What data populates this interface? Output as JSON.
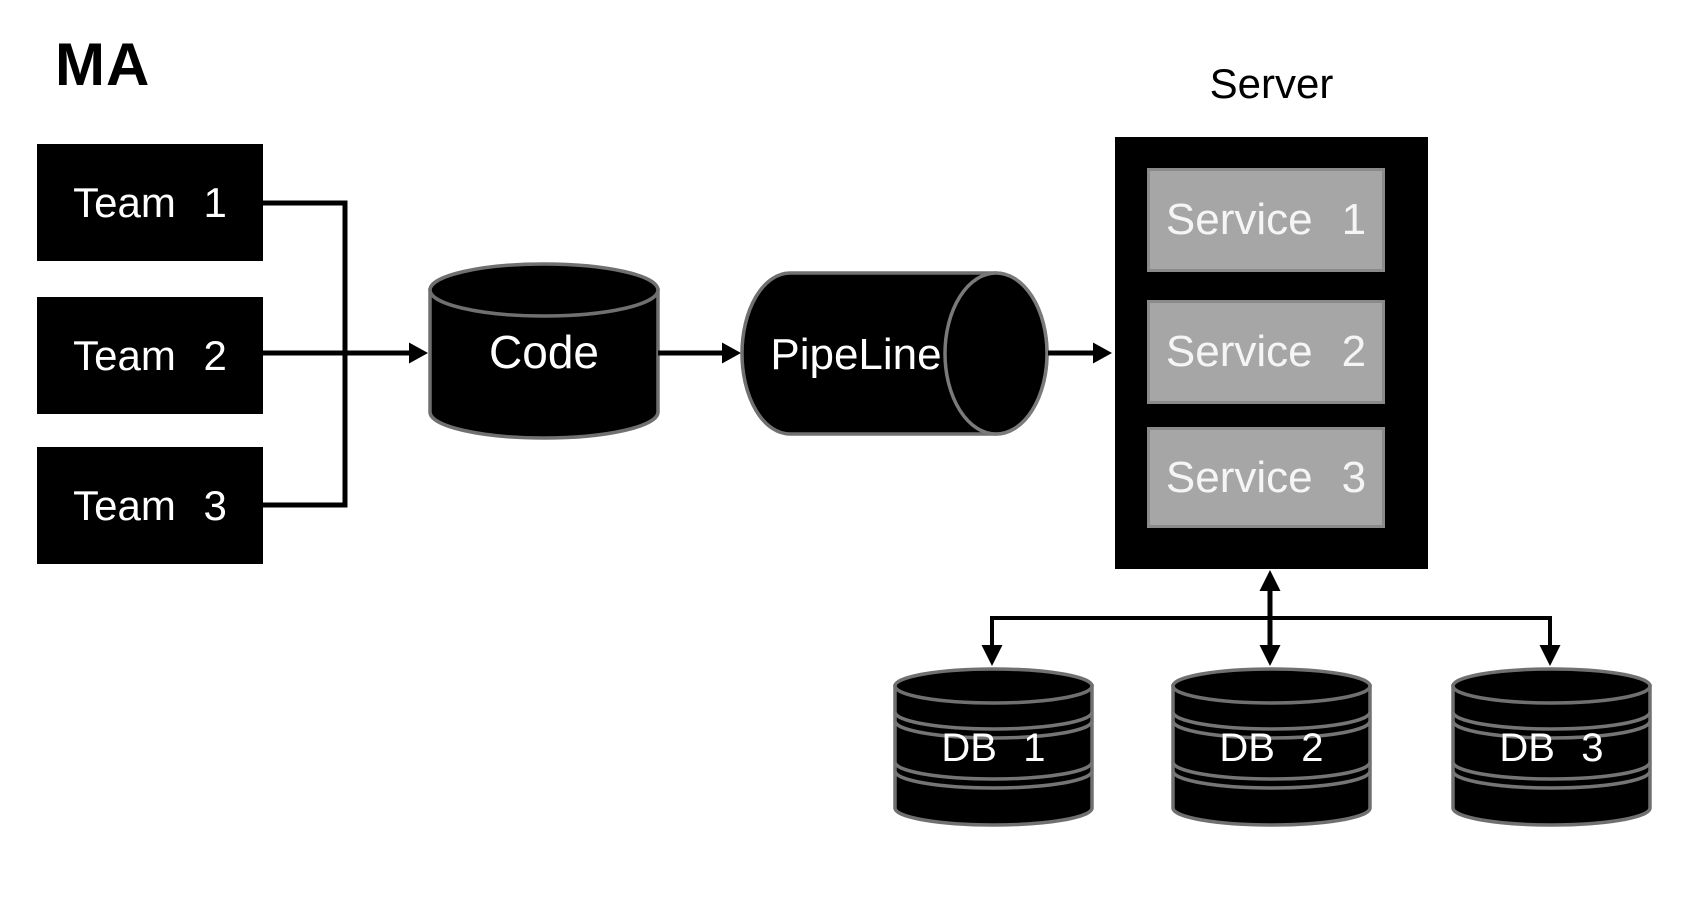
{
  "diagram": {
    "title": "MA",
    "teams": [
      "Team 1",
      "Team 2",
      "Team 3"
    ],
    "code_store": "Code",
    "pipeline": "PipeLine",
    "server": {
      "title": "Server",
      "services": [
        "Service 1",
        "Service 2",
        "Service 3"
      ]
    },
    "databases": [
      "DB 1",
      "DB 2",
      "DB 3"
    ],
    "colors": {
      "background": "#ffffff",
      "shape_fill": "#000000",
      "shape_text": "#ffffff",
      "cylinder_stroke": "#707070",
      "db_band_stroke": "#757575",
      "service_fill": "#a6a6a6",
      "service_border": "#8a8a8a",
      "connector": "#000000",
      "title_text": "#000000"
    }
  }
}
